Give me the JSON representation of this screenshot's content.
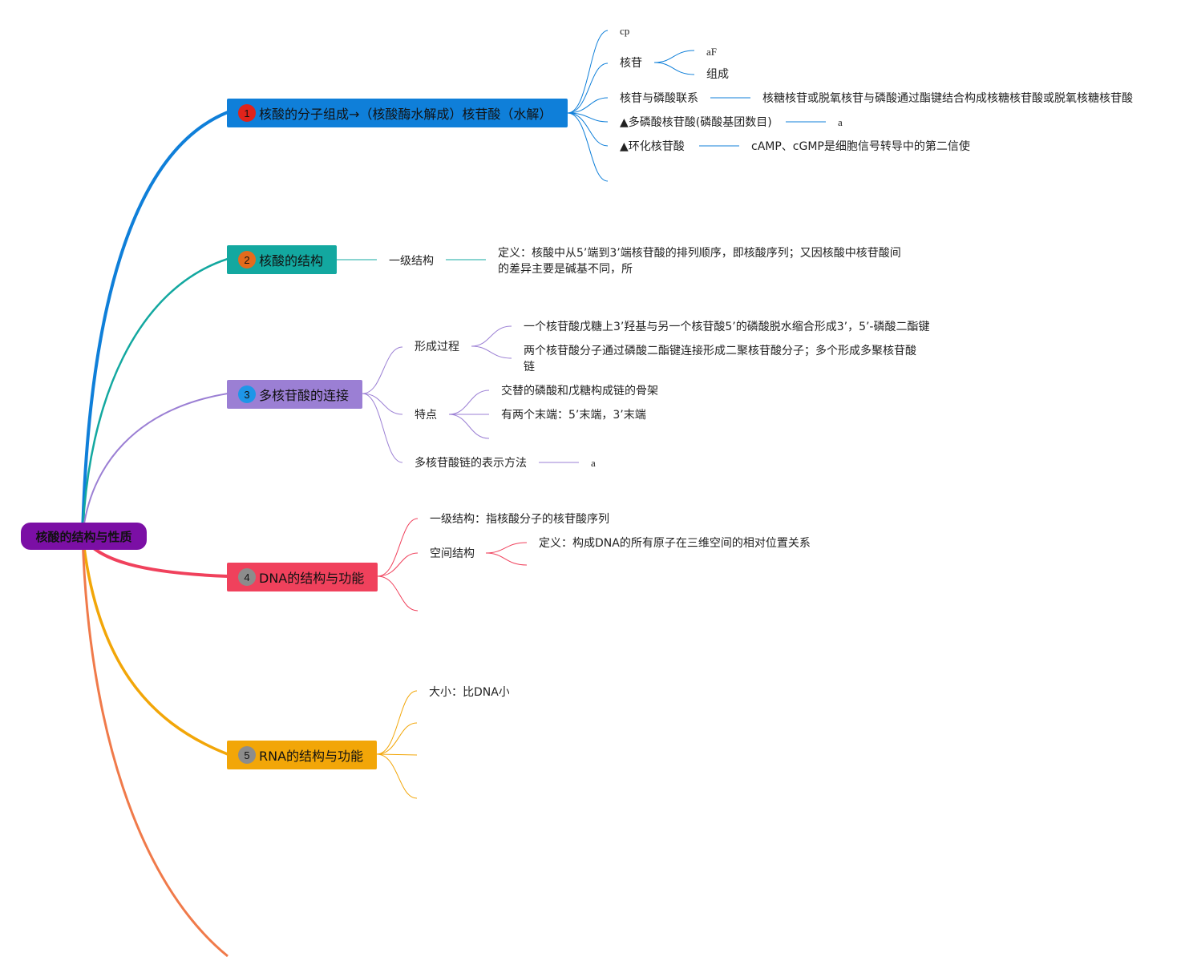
{
  "root": {
    "label": "核酸的结构与性质",
    "color": "#7b0fa5"
  },
  "branches": [
    {
      "number": "1",
      "label": "核酸的分子组成→（核酸酶水解成）核苷酸（水解）",
      "color": "#0f7fd9",
      "badge_color": "#e0231b",
      "children": {
        "cp": "cp",
        "nucleoside": "核苷",
        "nucleoside_children": [
          "aF",
          "组成"
        ],
        "linkage": "核苷与磷酸联系",
        "linkage_detail": "核糖核苷或脱氧核苷与磷酸通过酯键结合构成核糖核苷酸或脱氧核糖核苷酸",
        "polyphosphate": "▲多磷酸核苷酸(磷酸基团数目)",
        "polyphosphate_detail": "a",
        "cyclic": "▲环化核苷酸",
        "cyclic_detail": "cAMP、cGMP是细胞信号转导中的第二信使"
      }
    },
    {
      "number": "2",
      "label": "核酸的结构",
      "color": "#13a8a0",
      "badge_color": "#e36b1c",
      "children": {
        "primary": "一级结构",
        "primary_detail": "定义：核酸中从5’端到3’端核苷酸的排列顺序，即核酸序列；又因核酸中核苷酸间的差异主要是碱基不同，所"
      }
    },
    {
      "number": "3",
      "label": "多核苷酸的连接",
      "color": "#9b7fd4",
      "badge_color": "#1e96e8",
      "children": {
        "formation": "形成过程",
        "formation_items": [
          "一个核苷酸戊糖上3’羟基与另一个核苷酸5’的磷酸脱水缩合形成3’，5’-磷酸二酯键",
          "两个核苷酸分子通过磷酸二酯键连接形成二聚核苷酸分子；多个形成多聚核苷酸链"
        ],
        "features": "特点",
        "feature_items": [
          "交替的磷酸和戊糖构成链的骨架",
          "有两个末端：5’末端，3’末端"
        ],
        "notation": "多核苷酸链的表示方法",
        "notation_detail": "a"
      }
    },
    {
      "number": "4",
      "label": "DNA的结构与功能",
      "color": "#f0415c",
      "badge_color": "#8c8c8c",
      "children": {
        "primary": "一级结构：指核酸分子的核苷酸序列",
        "spatial": "空间结构",
        "spatial_detail": "定义：构成DNA的所有原子在三维空间的相对位置关系"
      }
    },
    {
      "number": "5",
      "label": "RNA的结构与功能",
      "color": "#f2a608",
      "badge_color": "#8c8c8c",
      "children": {
        "size": "大小：比DNA小"
      }
    }
  ],
  "extra_branch_color": "#f07a4a"
}
